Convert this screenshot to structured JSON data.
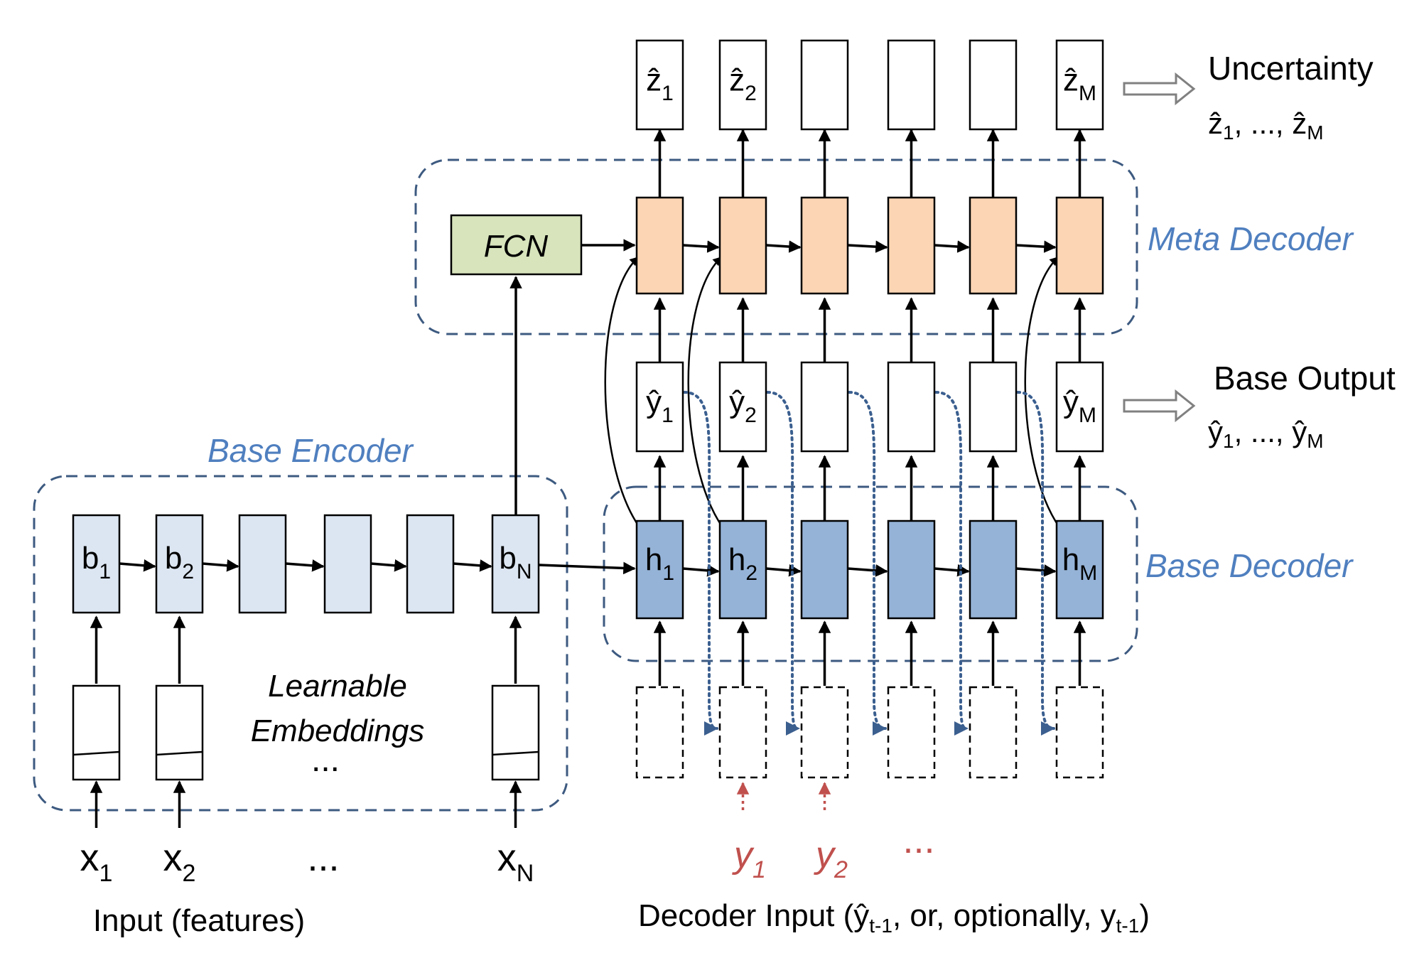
{
  "regions": {
    "base_encoder": "Base Encoder",
    "meta_decoder": "Meta Decoder",
    "base_decoder": "Base Decoder"
  },
  "fcn": "FCN",
  "encoder": {
    "cells": [
      {
        "sym": "b",
        "sub": "1"
      },
      {
        "sym": "b",
        "sub": "2"
      },
      {
        "sym": "",
        "sub": ""
      },
      {
        "sym": "",
        "sub": ""
      },
      {
        "sym": "",
        "sub": ""
      },
      {
        "sym": "b",
        "sub": "N"
      }
    ],
    "inputs": [
      {
        "sym": "x",
        "sub": "1"
      },
      {
        "sym": "x",
        "sub": "2"
      },
      {
        "sym": "x",
        "sub": "N"
      }
    ],
    "ellipsis": "...",
    "embeddings_line1": "Learnable",
    "embeddings_line2": "Embeddings",
    "caption": "Input (features)"
  },
  "base_decoder": {
    "cells": [
      {
        "sym": "h",
        "sub": "1"
      },
      {
        "sym": "h",
        "sub": "2"
      },
      {
        "sym": "",
        "sub": ""
      },
      {
        "sym": "",
        "sub": ""
      },
      {
        "sym": "",
        "sub": ""
      },
      {
        "sym": "h",
        "sub": "M"
      }
    ]
  },
  "base_outputs": [
    {
      "sym": "ŷ",
      "sub": "1"
    },
    {
      "sym": "ŷ",
      "sub": "2"
    },
    {
      "sym": "",
      "sub": ""
    },
    {
      "sym": "",
      "sub": ""
    },
    {
      "sym": "",
      "sub": ""
    },
    {
      "sym": "ŷ",
      "sub": "M"
    }
  ],
  "uncertainty_outputs": [
    {
      "sym": "ẑ",
      "sub": "1"
    },
    {
      "sym": "ẑ",
      "sub": "2"
    },
    {
      "sym": "",
      "sub": ""
    },
    {
      "sym": "",
      "sub": ""
    },
    {
      "sym": "",
      "sub": ""
    },
    {
      "sym": "ẑ",
      "sub": "M"
    }
  ],
  "uncertainty_label": {
    "title": "Uncertainty",
    "s1": "ẑ",
    "sub1": "1",
    "sep": ", ..., ",
    "s2": "ẑ",
    "sub2": "M"
  },
  "base_output_label": {
    "title": "Base Output",
    "s1": "ŷ",
    "sub1": "1",
    "sep": ", ..., ",
    "s2": "ŷ",
    "sub2": "M"
  },
  "ground_truth": [
    {
      "sym": "y",
      "sub": "1"
    },
    {
      "sym": "y",
      "sub": "2"
    }
  ],
  "ground_truth_ellipsis": "...",
  "decoder_input_caption": {
    "prefix": "Decoder Input (",
    "s1": "ŷ",
    "sub1": "t-1",
    "mid": ", or, optionally, ",
    "s2": "y",
    "sub2": "t-1",
    "suffix": ")"
  },
  "colors": {
    "encoder_fill": "#dce6f2",
    "decoder_fill": "#95b3d7",
    "meta_fill": "#fcd5b4",
    "fcn_fill": "#d7e4bc",
    "dashed_region": "#3d5a80",
    "dotted_arrow": "#3b5f8f",
    "label_blue": "#4f7fbf",
    "red": "#c0504d",
    "hollow_arrow": "#808080"
  }
}
